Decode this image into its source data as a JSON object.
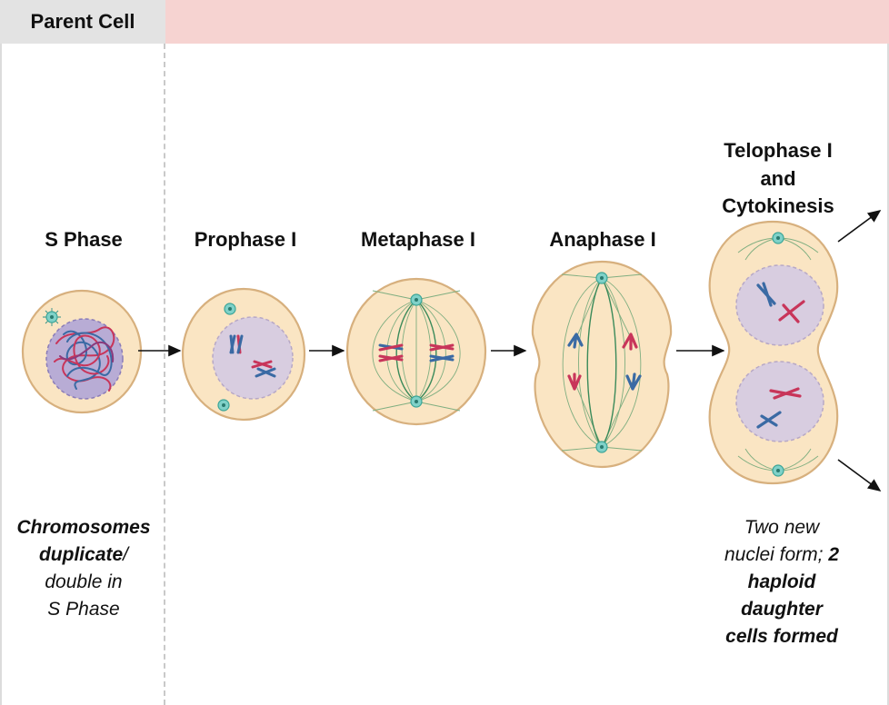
{
  "header": {
    "title": "Parent Cell"
  },
  "stages": {
    "s_phase": "S Phase",
    "prophase": "Prophase I",
    "metaphase": "Metaphase I",
    "anaphase": "Anaphase I",
    "telophase_1": "Telophase I",
    "telophase_2": "and",
    "telophase_3": "Cytokinesis"
  },
  "captions": {
    "left": {
      "l1": "Chromosomes",
      "l2_bold": "duplicate",
      "l2_rest": "/",
      "l3": "double in",
      "l4": "S Phase"
    },
    "right": {
      "l1": "Two new",
      "l2_a": "nuclei form; ",
      "l2_b": "2",
      "l3": "haploid",
      "l4": "daughter",
      "l5": "cells formed"
    }
  },
  "colors": {
    "cell_fill": "#fae5c3",
    "cell_stroke": "#d7b07e",
    "nucleus_fill": "#d8cde0",
    "chromosome_red": "#c8355a",
    "chromosome_blue": "#3a6aa4",
    "spindle": "#3a8a5a",
    "header_gray": "#e3e3e3",
    "header_pink": "#f6d3d1"
  }
}
